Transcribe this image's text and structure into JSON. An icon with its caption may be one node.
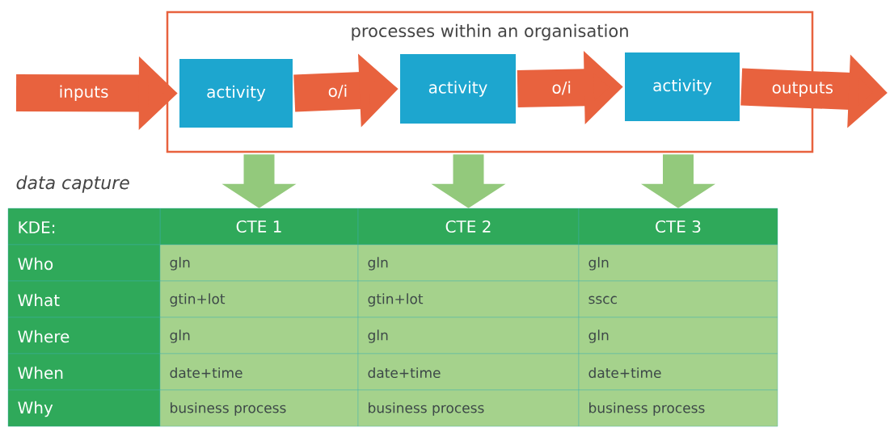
{
  "diagram": {
    "nodes": [
      {
        "text": [
          "processes within an organisation"
        ]
      },
      {
        "text": [
          "activity"
        ],
        "in": 0
      },
      {
        "text": [
          "activity"
        ],
        "in": 0
      },
      {
        "text": [
          "activity"
        ],
        "in": 0
      },
      {
        "text": [
          "CTE 1"
        ]
      },
      {
        "text": [
          "CTE 2"
        ]
      },
      {
        "text": [
          "CTE 3"
        ]
      }
    ],
    "edges": [
      {
        "from": null,
        "to": 1,
        "arrow": "to",
        "label": "inputs"
      },
      {
        "from": 1,
        "to": 2,
        "arrow": "to",
        "label": "o/i"
      },
      {
        "from": 2,
        "to": 3,
        "arrow": "to",
        "label": "o/i"
      },
      {
        "from": 3,
        "to": null,
        "arrow": "to",
        "label": "outputs"
      },
      {
        "from": 0,
        "to": 4,
        "arrow": "to",
        "color": "#93c97c"
      },
      {
        "from": 0,
        "to": 5,
        "arrow": "to",
        "color": "#93c97c"
      },
      {
        "from": 0,
        "to": 6,
        "arrow": "to",
        "color": "#93c97c"
      }
    ],
    "labels": [
      "data capture",
      "KDE:",
      "Who",
      "gln",
      "gln",
      "gln",
      "What",
      "gtin+lot",
      "gtin+lot",
      "sscc",
      "Where",
      "gln",
      "gln",
      "gln",
      "When",
      "date+time",
      "date+time",
      "date+time",
      "Why",
      "business process",
      "business process",
      "business process"
    ]
  }
}
